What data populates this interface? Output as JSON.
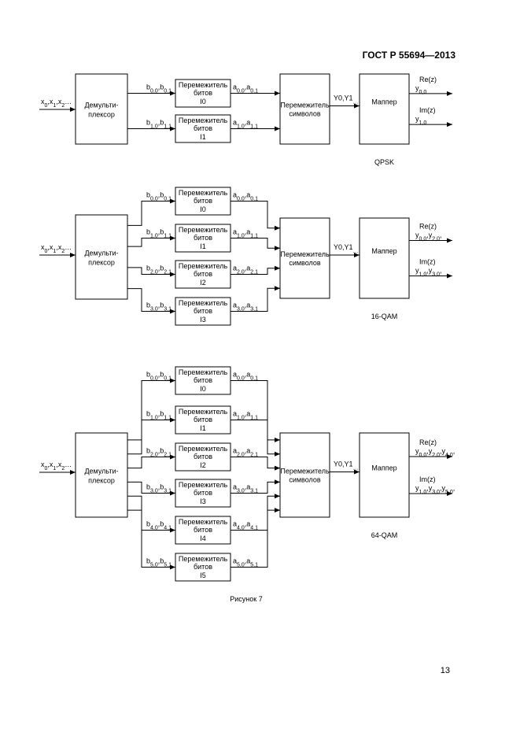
{
  "header": {
    "standard": "ГОСТ Р 55694—2013"
  },
  "footer": {
    "page_number": "13"
  },
  "figure": {
    "caption": "Рисунок 7"
  },
  "labels": {
    "demux_line1": "Демульти-",
    "demux_line2": "плексор",
    "interleaver_line1": "Перемежитель",
    "interleaver_line2": "битов",
    "sym_interleaver_line1": "Перемежитель",
    "sym_interleaver_line2": "символов",
    "mapper": "Маппер",
    "input_x": "x",
    "sub_0": "0",
    "sub_1": "1",
    "sub_2": "2",
    "sep_comma": ",",
    "sep_ellipsis": "…",
    "y_output": "Y0,Y1",
    "re": "Re(z)",
    "im": "Im(z)",
    "var_b": "b",
    "var_a": "a",
    "var_y": "y"
  },
  "diagrams": [
    {
      "modulation": "QPSK",
      "interleavers": [
        {
          "id": "I0",
          "in_idx": "0",
          "out_idx": "0"
        },
        {
          "id": "I1",
          "in_idx": "1",
          "out_idx": "1"
        }
      ],
      "re_outputs": [
        "0,0"
      ],
      "im_outputs": [
        "1,0"
      ]
    },
    {
      "modulation": "16-QAM",
      "interleavers": [
        {
          "id": "I0",
          "in_idx": "0",
          "out_idx": "0"
        },
        {
          "id": "I1",
          "in_idx": "1",
          "out_idx": "1"
        },
        {
          "id": "I2",
          "in_idx": "2",
          "out_idx": "2"
        },
        {
          "id": "I3",
          "in_idx": "3",
          "out_idx": "3"
        }
      ],
      "re_outputs": [
        "0,0",
        "2,0"
      ],
      "im_outputs": [
        "1,0",
        "3,0"
      ]
    },
    {
      "modulation": "64-QAM",
      "interleavers": [
        {
          "id": "I0",
          "in_idx": "0",
          "out_idx": "0"
        },
        {
          "id": "I1",
          "in_idx": "1",
          "out_idx": "1"
        },
        {
          "id": "I2",
          "in_idx": "2",
          "out_idx": "2"
        },
        {
          "id": "I3",
          "in_idx": "3",
          "out_idx": "3"
        },
        {
          "id": "I4",
          "in_idx": "4",
          "out_idx": "4"
        },
        {
          "id": "I5",
          "in_idx": "5",
          "out_idx": "5"
        }
      ],
      "re_outputs": [
        "0,0",
        "2,0",
        "4,0"
      ],
      "im_outputs": [
        "1,0",
        "3,0",
        "5,0"
      ]
    }
  ]
}
